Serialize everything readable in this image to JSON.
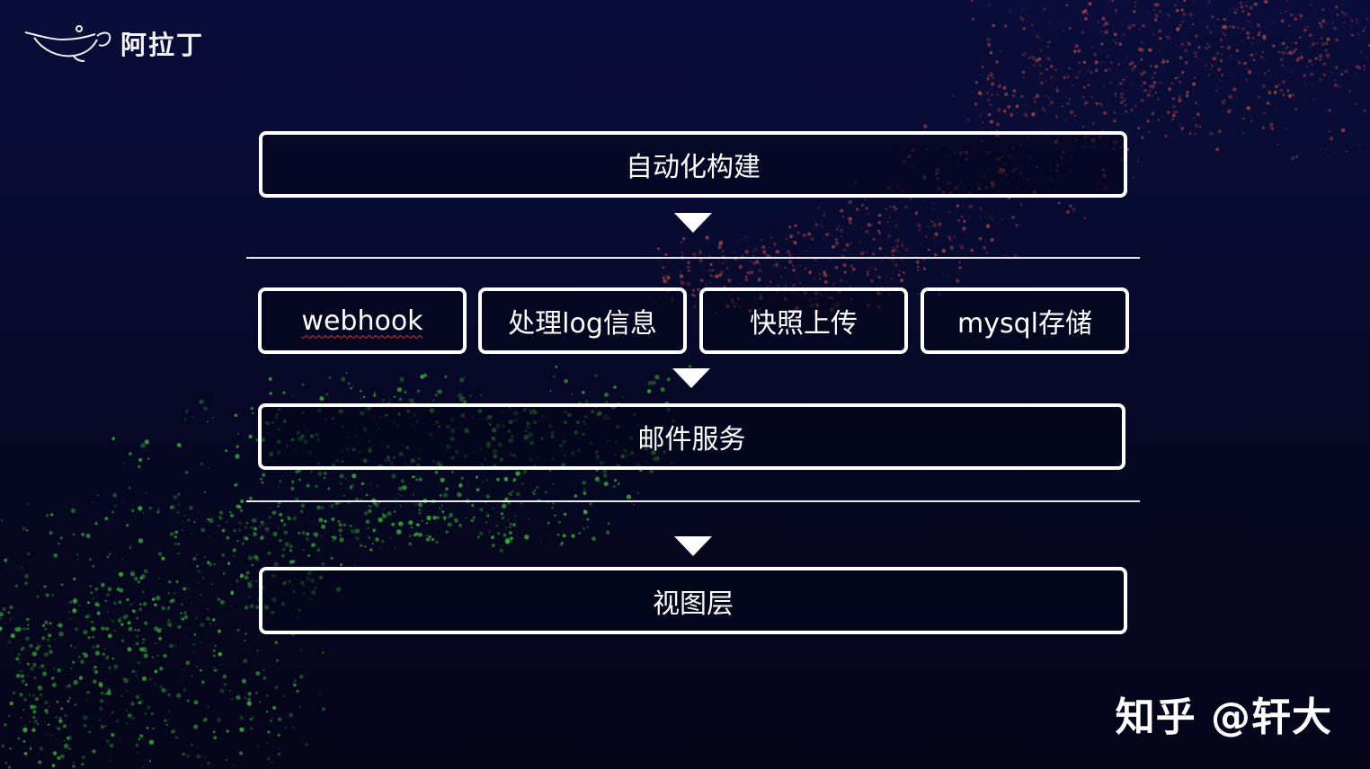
{
  "logo": {
    "text": "阿拉丁",
    "icon": "magic-lamp-icon"
  },
  "layers": {
    "automation": "自动化构建",
    "modules": [
      "webhook",
      "处理log信息",
      "快照上传",
      "mysql存储"
    ],
    "mail": "邮件服务",
    "view": "视图层"
  },
  "watermark": "知乎 @轩大",
  "colors": {
    "box_border": "#ffffff",
    "background": "#080a2e",
    "particles_green": "#3fbf3f",
    "particles_red": "#c8504a"
  }
}
